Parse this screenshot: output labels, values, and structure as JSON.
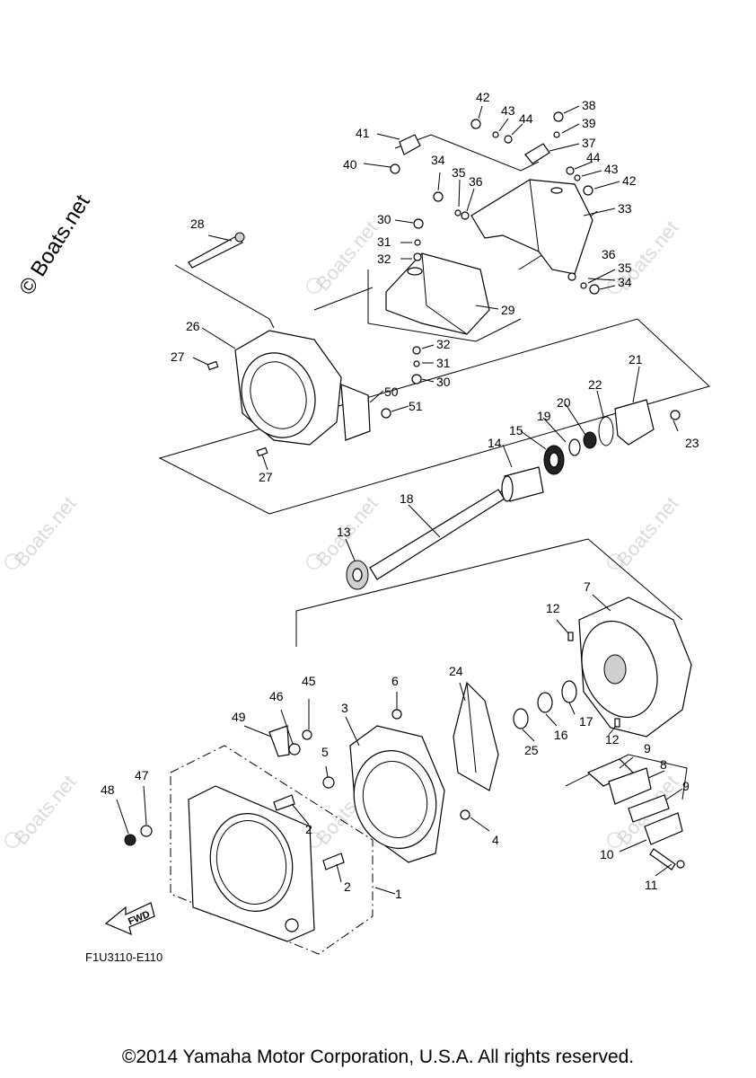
{
  "side_watermark": "© Boats.net",
  "watermark": "Boats.net",
  "diagram_code": "F1U3110-E110",
  "fwd_label": "FWD",
  "copyright": "©2014 Yamaha Motor Corporation, U.S.A. All rights reserved.",
  "callouts": [
    "1",
    "2",
    "2",
    "3",
    "4",
    "5",
    "6",
    "7",
    "8",
    "9",
    "9",
    "10",
    "11",
    "12",
    "12",
    "13",
    "14",
    "15",
    "16",
    "17",
    "18",
    "19",
    "20",
    "21",
    "22",
    "23",
    "24",
    "25",
    "26",
    "27",
    "27",
    "28",
    "29",
    "30",
    "30",
    "31",
    "31",
    "32",
    "32",
    "33",
    "34",
    "34",
    "35",
    "35",
    "36",
    "36",
    "37",
    "38",
    "39",
    "40",
    "41",
    "42",
    "42",
    "43",
    "43",
    "44",
    "44",
    "45",
    "46",
    "47",
    "48",
    "49",
    "50",
    "51"
  ]
}
